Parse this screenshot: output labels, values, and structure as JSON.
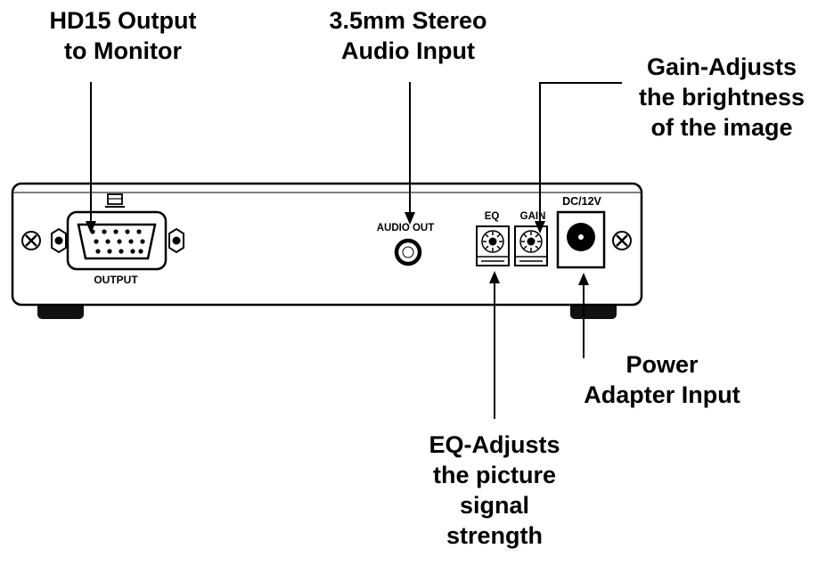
{
  "callouts": {
    "hd15": [
      "HD15 Output",
      "to Monitor"
    ],
    "audio": [
      "3.5mm Stereo",
      "Audio Input"
    ],
    "gain": [
      "Gain-Adjusts",
      "the brightness",
      "of the image"
    ],
    "power": [
      "Power",
      "Adapter Input"
    ],
    "eq": [
      "EQ-Adjusts",
      "the picture",
      "signal",
      "strength"
    ]
  },
  "panel_labels": {
    "output": "OUTPUT",
    "audio_out": "AUDIO OUT",
    "eq": "EQ",
    "gain": "GAIN",
    "dc": "DC/12V"
  }
}
